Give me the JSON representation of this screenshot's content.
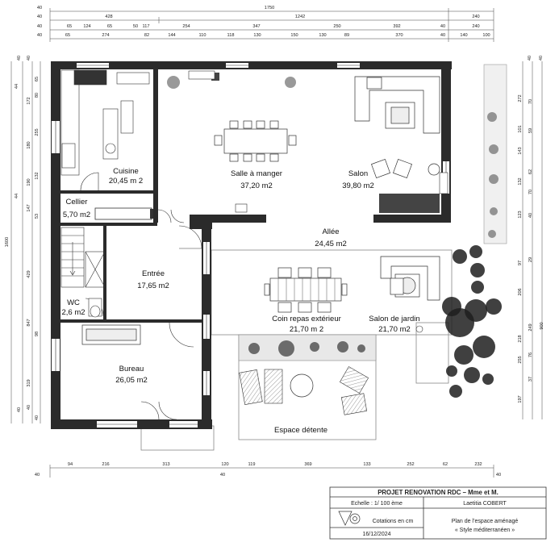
{
  "rooms": [
    {
      "id": "cuisine",
      "name": "Cuisine",
      "area": "20,45 m 2"
    },
    {
      "id": "salle",
      "name": "Salle à manger",
      "area": "37,20 m2"
    },
    {
      "id": "salon",
      "name": "Salon",
      "area": "39,80 m2"
    },
    {
      "id": "cellier",
      "name": "Cellier",
      "area": "5,70 m2"
    },
    {
      "id": "allee",
      "name": "Allée",
      "area": "24,45 m2"
    },
    {
      "id": "entree",
      "name": "Entrée",
      "area": "17,65 m2"
    },
    {
      "id": "wc",
      "name": "WC",
      "area": "2,6 m2"
    },
    {
      "id": "coinrepas",
      "name": "Coin repas extérieur",
      "area": "21,70 m 2"
    },
    {
      "id": "salonjardin",
      "name": "Salon de jardin",
      "area": "21,70 m2"
    },
    {
      "id": "bureau",
      "name": "Bureau",
      "area": "26,05 m2"
    },
    {
      "id": "detente",
      "name": "Espace détente",
      "area": ""
    }
  ],
  "dims_top": {
    "row1": [
      "1750"
    ],
    "row2": [
      "428",
      "1242",
      "240"
    ],
    "row3": [
      "65",
      "124",
      "65",
      "50",
      "117",
      "254",
      "347",
      "250",
      "392",
      "40",
      "240"
    ],
    "row4": [
      "65",
      "274",
      "82",
      "144",
      "110",
      "118",
      "130",
      "150",
      "130",
      "89",
      "370",
      "40",
      "140",
      "100"
    ]
  },
  "dims_top_left": [
    "40",
    "40",
    "40",
    "40"
  ],
  "dims_left": {
    "outer": [
      "1600"
    ],
    "mid": [
      "44",
      "44"
    ],
    "col": [
      "172",
      "180",
      "190",
      "147",
      "429",
      "847",
      "319",
      "40"
    ],
    "inner": [
      "65",
      "80",
      "255",
      "132",
      "53",
      "98",
      "40"
    ]
  },
  "dims_bottom": [
    "94",
    "216",
    "313",
    "120",
    "119",
    "369",
    "133",
    "252",
    "62",
    "232"
  ],
  "dims_bottom_ends": [
    "40",
    "40",
    "40"
  ],
  "dims_right": {
    "outer": [
      "40",
      "40"
    ],
    "a": [
      "272",
      "101",
      "143",
      "132",
      "123",
      "97",
      "206",
      "218",
      "255",
      "197"
    ],
    "b": [
      "70",
      "59",
      "62",
      "70",
      "40",
      "29",
      "249",
      "76",
      "37"
    ],
    "c": [
      "900"
    ]
  },
  "title_block": {
    "project": "PROJET RENOVATION RDC – Mme et M.",
    "scale": "Echelle : 1/ 100 ème",
    "author": "Laetitia COBERT",
    "cotations": "Cotations en cm",
    "plan_line1": "Plan de l’espace aménagé",
    "plan_line2": "« Style méditerranéen »",
    "date": "16/12/2024"
  }
}
